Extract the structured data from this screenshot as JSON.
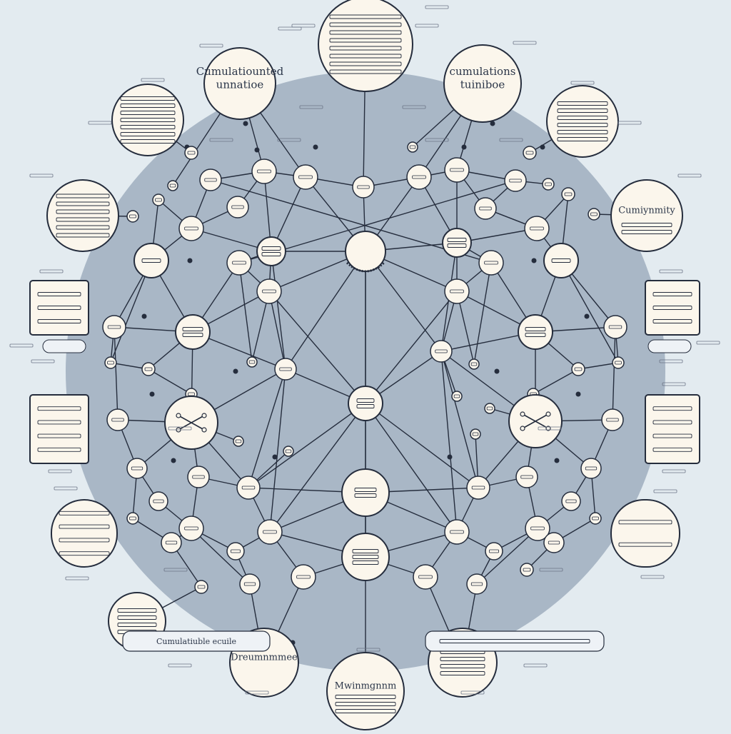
{
  "colors": {
    "background": "#e3ebf0",
    "disc": "#a9b7c6",
    "node_fill": "#fbf6ec",
    "stroke": "#252d3d"
  },
  "hub": {
    "line1": "",
    "line2": ""
  },
  "edge_labels": [
    "",
    "",
    "",
    "",
    "",
    "",
    "",
    "",
    "",
    "",
    "",
    "",
    "",
    "",
    "",
    "",
    ""
  ],
  "nodes": [
    {
      "id": "c0",
      "lines": [
        "",
        "",
        ""
      ]
    },
    {
      "id": "c1",
      "lines": [
        "",
        "Cumulatiounted",
        "unnatioe",
        ""
      ]
    },
    {
      "id": "c2",
      "lines": [
        "",
        "cumulations",
        "tuiniboe",
        ""
      ]
    },
    {
      "id": "c3",
      "lines": [
        "",
        "",
        "",
        "",
        ""
      ]
    },
    {
      "id": "c4",
      "lines": [
        "",
        "",
        "",
        "",
        ""
      ]
    },
    {
      "id": "c5",
      "lines": [
        "",
        "",
        "",
        "",
        ""
      ]
    },
    {
      "id": "c6",
      "lines": [
        "",
        "Cumiynmity",
        ""
      ]
    },
    {
      "id": "c7",
      "lines": [
        "",
        "",
        ""
      ]
    },
    {
      "id": "c8",
      "lines": [
        "",
        "",
        ""
      ]
    },
    {
      "id": "c9",
      "lines": [
        "",
        "Dreumnmmee",
        "",
        ""
      ]
    },
    {
      "id": "c10",
      "lines": [
        "",
        "Mwinmgnnm",
        "",
        ""
      ]
    },
    {
      "id": "c11",
      "lines": [
        "",
        "",
        "",
        ""
      ]
    },
    {
      "id": "m1",
      "lines": [
        "",
        ""
      ]
    },
    {
      "id": "m2",
      "lines": [
        "",
        ""
      ]
    },
    {
      "id": "m3",
      "lines": [
        "",
        ""
      ]
    },
    {
      "id": "m4",
      "lines": [
        "",
        ""
      ]
    },
    {
      "id": "m5",
      "lines": [
        "",
        ""
      ]
    },
    {
      "id": "m6",
      "lines": [
        "",
        ""
      ]
    },
    {
      "id": "m7",
      "lines": [
        "",
        ""
      ]
    },
    {
      "id": "m8",
      "lines": [
        "",
        ""
      ]
    },
    {
      "id": "m9",
      "lines": [
        "",
        ""
      ]
    },
    {
      "id": "m10",
      "lines": [
        "",
        ""
      ]
    }
  ],
  "boxes": [
    {
      "id": "bL1",
      "lines": [
        "",
        "",
        ""
      ]
    },
    {
      "id": "bL2",
      "lines": [
        "",
        "",
        "",
        ""
      ]
    },
    {
      "id": "bR1",
      "lines": [
        "",
        "",
        ""
      ]
    },
    {
      "id": "bR2",
      "lines": [
        "",
        "",
        "",
        ""
      ]
    },
    {
      "id": "bL3",
      "lines": [
        "",
        "",
        "",
        ""
      ]
    },
    {
      "id": "bR3",
      "lines": [
        "",
        ""
      ]
    }
  ],
  "banners": [
    {
      "id": "ban1",
      "text": "Cumulatiuble ecuile"
    },
    {
      "id": "ban2",
      "text": ""
    }
  ]
}
